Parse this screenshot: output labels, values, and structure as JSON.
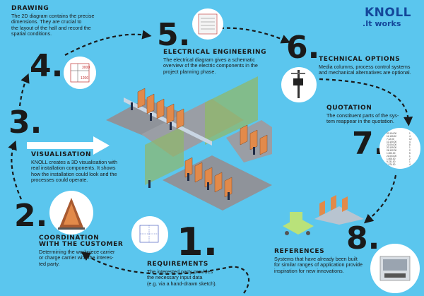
{
  "brand": {
    "name": "KNOLL",
    "tagline": ".It works",
    "color": "#14479a"
  },
  "colors": {
    "background": "#5bc6ee",
    "arrow": "#1a1a1a",
    "floor": "#8f939a",
    "glass": "#8fb86a",
    "carrier": "#e28a4a",
    "text": "#1a1a1a"
  },
  "steps": [
    {
      "number": "1.",
      "title": "REQUIREMENTS",
      "text": [
        "The interested party provides",
        "the necessary input data",
        "(e.g. via a hand-drawn sketch)."
      ],
      "icon": "hand-drawn-sketch"
    },
    {
      "number": "2.",
      "title": "COORDINATION",
      "title2": "WITH THE CUSTOMER",
      "text": [
        "Determining the workpiece carrier",
        "or charge carrier with the interes-",
        "ted party."
      ],
      "icon": "workpiece-carrier"
    },
    {
      "number": "3.",
      "title": "VISUALISATION",
      "text": [
        "KNOLL creates a 3D visualisation with",
        "real installation components. It shows",
        "how the installation could look and the",
        "processes could operate."
      ],
      "icon": "arrow-right"
    },
    {
      "number": "4.",
      "title": "DRAWING",
      "text": [
        "The 2D diagram contains the precise",
        "dimensions. They are crucial to",
        "the layout of the hall and record the",
        "spatial conditions."
      ],
      "icon": "2d-drawing"
    },
    {
      "number": "5.",
      "title": "ELECTRICAL ENGINEERING",
      "text": [
        "The electrical diagram gives a schematic",
        "overview of the electric components in the",
        "project planning phase."
      ],
      "icon": "electrical-diagram"
    },
    {
      "number": "6.",
      "title": "TECHNICAL OPTIONS",
      "text": [
        "Media columns, process control systems",
        "and mechanical alternatives are optional."
      ],
      "icon": "media-column"
    },
    {
      "number": "7.",
      "title": "QUOTATION",
      "text": [
        "The constituent parts of the sys-",
        "tem reappear in the quotation."
      ],
      "icon": "quotation-list"
    },
    {
      "number": "8.",
      "title": "REFERENCES",
      "text": [
        "Systems that have already been built",
        "for similar ranges of application provide",
        "inspiration for new innovations."
      ],
      "icon": "reference-machine"
    }
  ],
  "quotation_list": [
    "20.104.00",
    "11.100.02",
    "7.12.00",
    "10.100.00",
    "21.004.00",
    "20.109.00",
    "26.102.00",
    "1.000.00",
    "21.003.00",
    "1.005.00",
    "9.231.00",
    "1.074.00"
  ],
  "quotation_qty": [
    "1",
    "4",
    "12",
    "4",
    "8",
    "1",
    "2",
    "5",
    "1",
    "2",
    "1",
    "4"
  ],
  "sketch_labels": [
    "3000",
    "1200"
  ]
}
